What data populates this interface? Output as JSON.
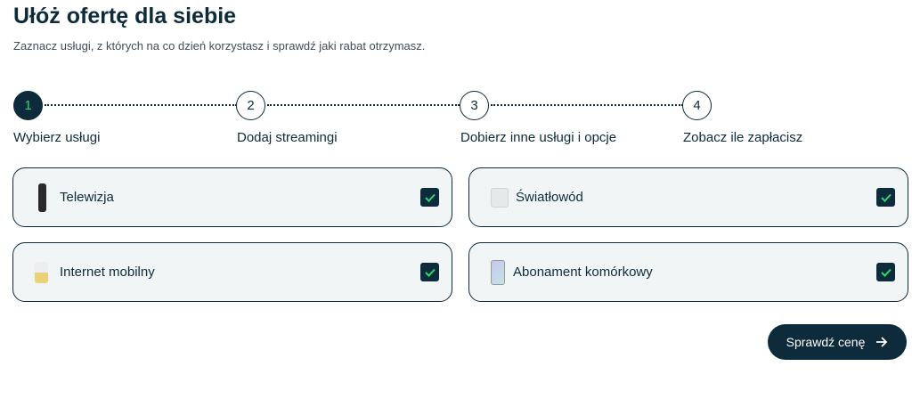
{
  "header": {
    "title": "Ułóż ofertę dla siebie",
    "subtitle": "Zaznacz usługi, z których na co dzień korzystasz i sprawdź jaki rabat otrzymasz."
  },
  "steps": [
    {
      "number": "1",
      "label": "Wybierz usługi",
      "active": true
    },
    {
      "number": "2",
      "label": "Dodaj streamingi"
    },
    {
      "number": "3",
      "label": "Dobierz inne usługi i opcje"
    },
    {
      "number": "4",
      "label": "Zobacz ile zapłacisz"
    }
  ],
  "services": [
    {
      "label": "Telewizja",
      "icon": "tv-remote-icon",
      "checked": true
    },
    {
      "label": "Światłowód",
      "icon": "router-icon",
      "checked": true
    },
    {
      "label": "Internet mobilny",
      "icon": "sim-card-icon",
      "checked": true
    },
    {
      "label": "Abonament komórkowy",
      "icon": "smartphone-icon",
      "checked": true
    }
  ],
  "cta": {
    "label": "Sprawdź cenę"
  },
  "colors": {
    "primary": "#0d2b3a",
    "accent": "#2fd86e",
    "card_bg": "#f2f5f6"
  }
}
